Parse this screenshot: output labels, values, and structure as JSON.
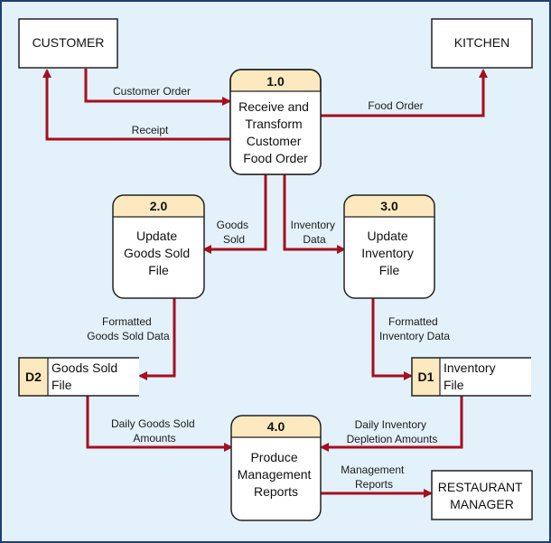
{
  "entities": {
    "customer": "CUSTOMER",
    "kitchen": "KITCHEN",
    "manager": [
      "RESTAURANT",
      "MANAGER"
    ]
  },
  "processes": [
    {
      "id": "1.0",
      "label": [
        "Receive and",
        "Transform",
        "Customer",
        "Food Order"
      ]
    },
    {
      "id": "2.0",
      "label": [
        "Update",
        "Goods Sold",
        "File"
      ]
    },
    {
      "id": "3.0",
      "label": [
        "Update",
        "Inventory",
        "File"
      ]
    },
    {
      "id": "4.0",
      "label": [
        "Produce",
        "Management",
        "Reports"
      ]
    }
  ],
  "stores": {
    "d2": {
      "id": "D2",
      "label": [
        "Goods Sold",
        "File"
      ]
    },
    "d1": {
      "id": "D1",
      "label": [
        "Inventory",
        "File"
      ]
    }
  },
  "flows": {
    "customer_order": [
      "Customer Order"
    ],
    "receipt": [
      "Receipt"
    ],
    "food_order": [
      "Food Order"
    ],
    "goods_sold": [
      "Goods",
      "Sold"
    ],
    "inventory_data": [
      "Inventory",
      "Data"
    ],
    "formatted_goods": [
      "Formatted",
      "Goods Sold Data"
    ],
    "formatted_inventory": [
      "Formatted",
      "Inventory Data"
    ],
    "daily_goods": [
      "Daily Goods Sold",
      "Amounts"
    ],
    "daily_inventory": [
      "Daily Inventory",
      "Depletion Amounts"
    ],
    "management_reports": [
      "Management",
      "Reports"
    ]
  },
  "colors": {
    "background": "#e3f1fb",
    "flow": "#a50f1e",
    "process_header": "#fde9bf",
    "store_id": "#fde9bf",
    "frame": "#1e3f6e"
  }
}
